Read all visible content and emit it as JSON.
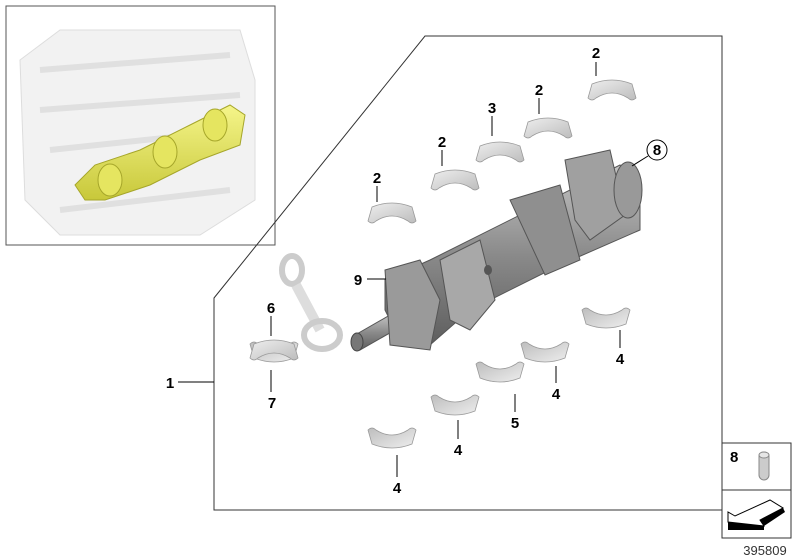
{
  "diagram": {
    "callouts": {
      "c1": "1",
      "c2a": "2",
      "c2b": "2",
      "c2c": "2",
      "c2d": "2",
      "c3": "3",
      "c4a": "4",
      "c4b": "4",
      "c4c": "4",
      "c4d": "4",
      "c5": "5",
      "c6": "6",
      "c7": "7",
      "c8": "8",
      "c9": "9"
    },
    "legend": {
      "item_number": "8",
      "icon": "pin-icon",
      "arrow_icon": "arrow-icon"
    },
    "diagram_number": "395809",
    "colors": {
      "highlight": "#e8e85a",
      "part_grey": "#8c8c8c",
      "shell_grey": "#d0d0d0"
    }
  }
}
